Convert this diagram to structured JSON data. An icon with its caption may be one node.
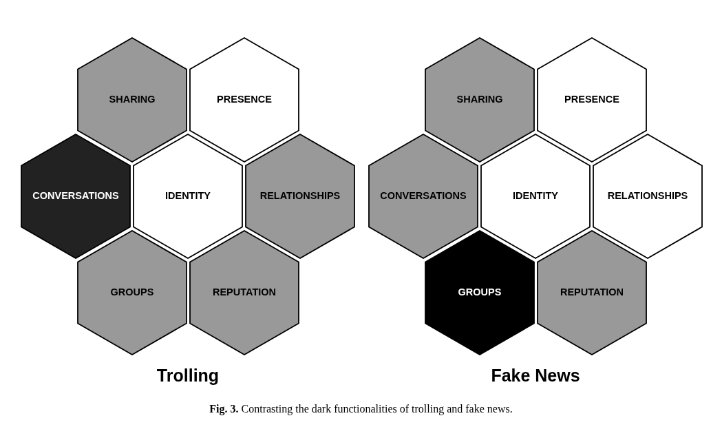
{
  "diagram": {
    "caption": "**Fig. 3.** Contrasting the dark functionalities of trolling and fake news.",
    "nodes": [
      {
        "text": [
          "SHARING"
        ]
      },
      {
        "text": [
          "PRESENCE"
        ]
      },
      {
        "text": [
          "CONVERSATIONS"
        ]
      },
      {
        "text": [
          "IDENTITY"
        ]
      },
      {
        "text": [
          "RELATIONSHIPS"
        ]
      },
      {
        "text": [
          "GROUPS"
        ]
      },
      {
        "text": [
          "REPUTATION"
        ]
      },
      {
        "text": [
          "SHARING"
        ]
      },
      {
        "text": [
          "PRESENCE"
        ]
      },
      {
        "text": [
          "CONVERSATIONS"
        ]
      },
      {
        "text": [
          "IDENTITY"
        ]
      },
      {
        "text": [
          "RELATIONSHIPS"
        ]
      },
      {
        "text": [
          "GROUPS"
        ]
      },
      {
        "text": [
          "REPUTATION"
        ]
      }
    ],
    "edges": [],
    "labels": [
      "Trolling",
      "Fake News"
    ]
  }
}
